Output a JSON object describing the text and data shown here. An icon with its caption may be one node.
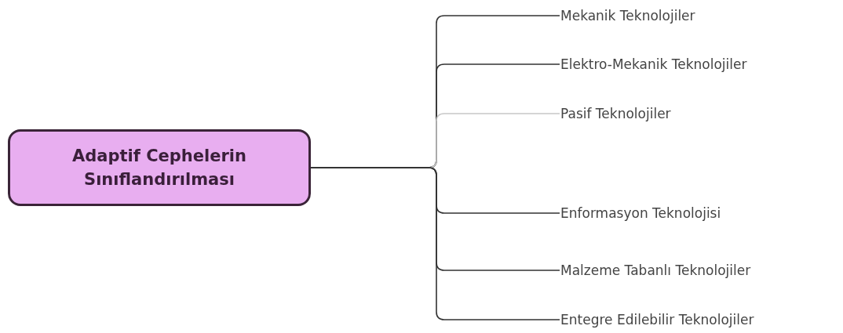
{
  "diagram": {
    "nodes": [
      {
        "text": [
          "Adaptif Cephelerin Sınıflandırılması"
        ]
      },
      {
        "text": [
          "Mekanik Teknolojiler"
        ]
      },
      {
        "text": [
          "Elektro-Mekanik Teknolojiler"
        ]
      },
      {
        "text": [
          "Pasif Teknolojiler"
        ]
      },
      {
        "text": [
          "Enformasyon Teknolojisi"
        ]
      },
      {
        "text": [
          "Malzeme Tabanlı Teknolojiler"
        ]
      },
      {
        "text": [
          "Entegre Edilebilir Teknolojiler"
        ]
      }
    ],
    "edges": [
      {
        "from": 0,
        "to": 1,
        "arrow": "none"
      },
      {
        "from": 0,
        "to": 2,
        "arrow": "none"
      },
      {
        "from": 0,
        "to": 3,
        "arrow": "none",
        "color": "#c8c8c8"
      },
      {
        "from": 0,
        "to": 4,
        "arrow": "none"
      },
      {
        "from": 0,
        "to": 5,
        "arrow": "none"
      },
      {
        "from": 0,
        "to": 6,
        "arrow": "none"
      }
    ]
  }
}
